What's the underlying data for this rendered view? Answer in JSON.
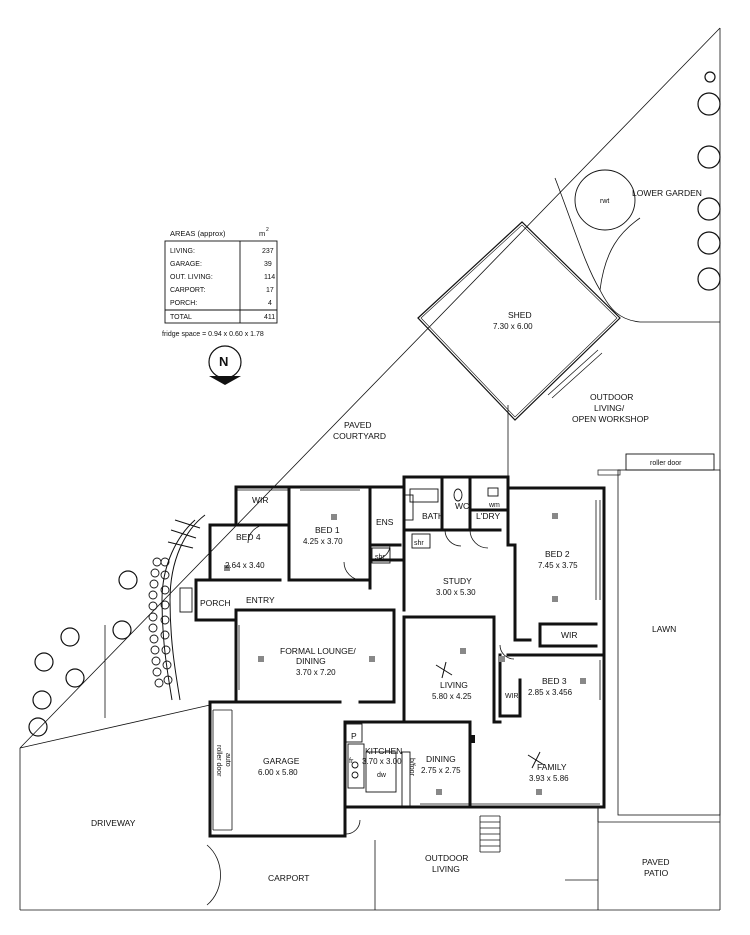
{
  "areas": {
    "title": "AREAS (approx)",
    "unit": "m",
    "unit_sup": "2",
    "rows": [
      {
        "label": "LIVING:",
        "value": "237"
      },
      {
        "label": "GARAGE:",
        "value": "39"
      },
      {
        "label": "OUT. LIVING:",
        "value": "114"
      },
      {
        "label": "CARPORT:",
        "value": "17"
      },
      {
        "label": "PORCH:",
        "value": "4"
      },
      {
        "label": "TOTAL",
        "value": "411"
      }
    ],
    "fridge_note": "fridge space = 0.94 x 0.60 x 1.78"
  },
  "compass": {
    "letter": "N"
  },
  "rooms": {
    "lower_garden": "LOWER GARDEN",
    "rwt": "rwt",
    "shed": "SHED",
    "shed_dim": "7.30 x 6.00",
    "outdoor_living_workshop_1": "OUTDOOR",
    "outdoor_living_workshop_2": "LIVING/",
    "outdoor_living_workshop_3": "OPEN WORKSHOP",
    "paved_courtyard_1": "PAVED",
    "paved_courtyard_2": "COURTYARD",
    "roller_door": "roller door",
    "wir_bed1": "WIR",
    "bed1": "BED 1",
    "bed1_dim": "4.25 x 3.70",
    "ens": "ENS",
    "shr_ens": "shr",
    "bath": "BATH",
    "shr_bath": "shr",
    "wc": "WC",
    "ldry": "L'DRY",
    "wm": "wm",
    "bed4": "BED 4",
    "bed4_dim": "2.64 x 3.40",
    "bed2": "BED 2",
    "bed2_dim": "7.45 x 3.75",
    "wir_bed2": "WIR",
    "study": "STUDY",
    "study_dim": "3.00 x 5.30",
    "porch": "PORCH",
    "entry": "ENTRY",
    "lounge_1": "FORMAL LOUNGE/",
    "lounge_2": "DINING",
    "lounge_dim": "3.70 x 7.20",
    "living": "LIVING",
    "living_dim": "5.80 x 4.25",
    "bed3": "BED 3",
    "bed3_dim": "2.85 x 3.456",
    "wir_bed3": "WIR",
    "lawn": "LAWN",
    "garage": "GARAGE",
    "garage_dim": "6.00 x 5.80",
    "auto_roller_1": "auto",
    "auto_roller_2": "roller door",
    "pantry": "P",
    "kitchen": "KITCHEN",
    "kitchen_dim": "3.70 x 3.00",
    "fr": "fr",
    "dw": "dw",
    "bfoor": "b/foor",
    "dining": "DINING",
    "dining_dim": "2.75 x 2.75",
    "family": "FAMILY",
    "family_dim": "3.93 x 5.86",
    "driveway": "DRIVEWAY",
    "carport": "CARPORT",
    "outdoor_living_1": "OUTDOOR",
    "outdoor_living_2": "LIVING",
    "paved_patio_1": "PAVED",
    "paved_patio_2": "PATIO"
  }
}
